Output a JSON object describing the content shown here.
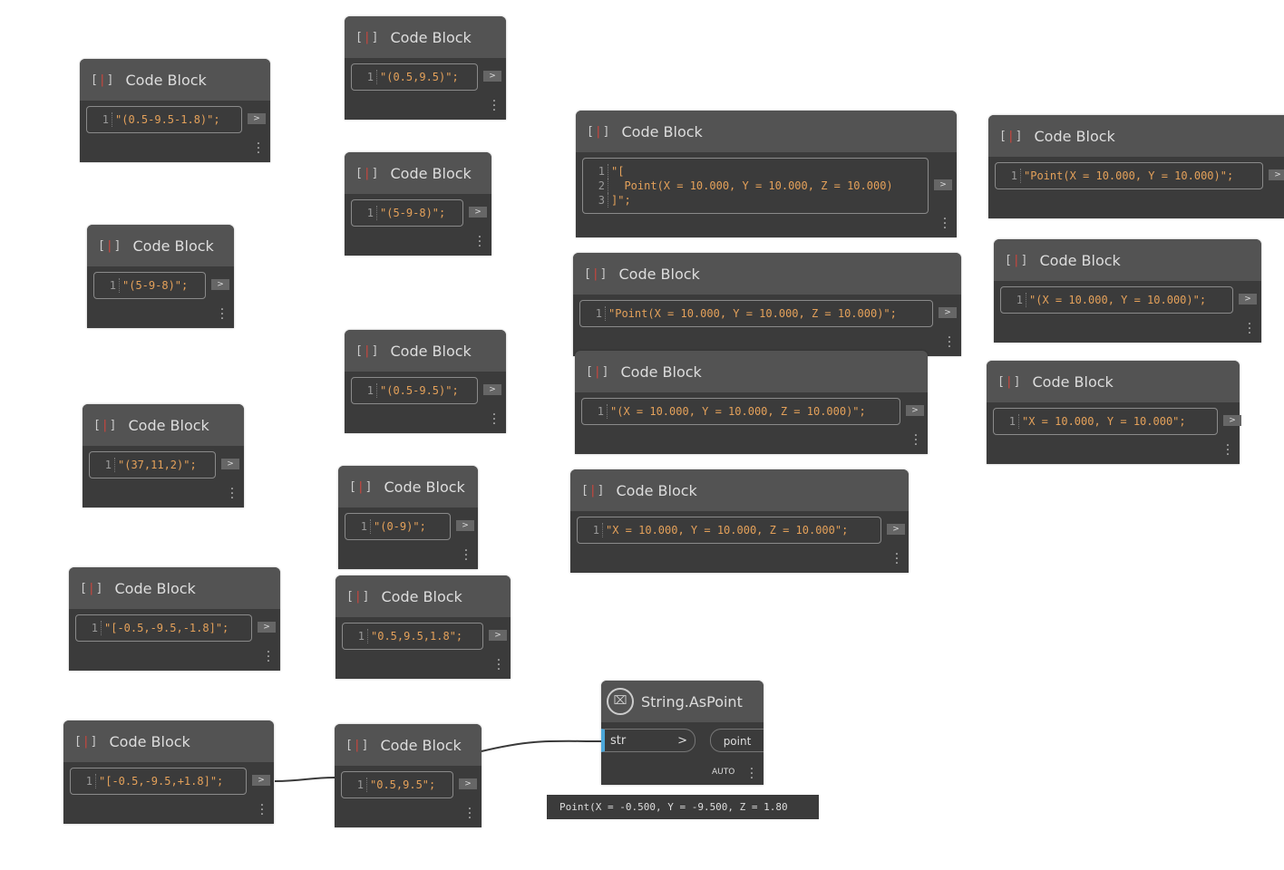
{
  "code_blocks": [
    {
      "title": "Code Block",
      "lines": [
        "\"(0.5-9.5-1.8)\";"
      ]
    },
    {
      "title": "Code Block",
      "lines": [
        "\"(0.5,9.5)\";"
      ]
    },
    {
      "title": "Code Block",
      "lines": [
        "\"(5-9-8)\";"
      ]
    },
    {
      "title": "Code Block",
      "lines": [
        "\"(5-9-8)\";"
      ]
    },
    {
      "title": "Code Block",
      "lines": [
        "\"(0.5-9.5)\";"
      ]
    },
    {
      "title": "Code Block",
      "lines": [
        "\"(37,11,2)\";"
      ]
    },
    {
      "title": "Code Block",
      "lines": [
        "\"(0-9)\";"
      ]
    },
    {
      "title": "Code Block",
      "lines": [
        "\"[-0.5,-9.5,-1.8]\";"
      ]
    },
    {
      "title": "Code Block",
      "lines": [
        "\"0.5,9.5,1.8\";"
      ]
    },
    {
      "title": "Code Block",
      "lines": [
        "\"[-0.5,-9.5,+1.8]\";"
      ]
    },
    {
      "title": "Code Block",
      "lines": [
        "\"0.5,9.5\";"
      ]
    },
    {
      "title": "Code Block",
      "lines": [
        "\"[",
        "  Point(X = 10.000, Y = 10.000, Z = 10.000)",
        "]\";"
      ]
    },
    {
      "title": "Code Block",
      "lines": [
        "\"Point(X = 10.000, Y = 10.000, Z = 10.000)\";"
      ]
    },
    {
      "title": "Code Block",
      "lines": [
        "\"(X = 10.000, Y = 10.000, Z = 10.000)\";"
      ]
    },
    {
      "title": "Code Block",
      "lines": [
        "\"X = 10.000, Y = 10.000, Z = 10.000\";"
      ]
    },
    {
      "title": "Code Block",
      "lines": [
        "\"Point(X = 10.000, Y = 10.000)\";"
      ]
    },
    {
      "title": "Code Block",
      "lines": [
        "\"(X = 10.000, Y = 10.000)\";"
      ]
    },
    {
      "title": "Code Block",
      "lines": [
        "\"X = 10.000, Y = 10.000\";"
      ]
    }
  ],
  "out_glyph": ">",
  "string_as_point": {
    "title": "String.AsPoint",
    "input": "str",
    "input_arrow": ">",
    "output": "point",
    "lacing": "AUTO",
    "preview": "Point(X = -0.500, Y = -9.500, Z = 1.80"
  },
  "colors": {
    "input_highlight": "#4ba6d8",
    "code_text": "#e4a15a",
    "icon_red": "#d0453c"
  }
}
